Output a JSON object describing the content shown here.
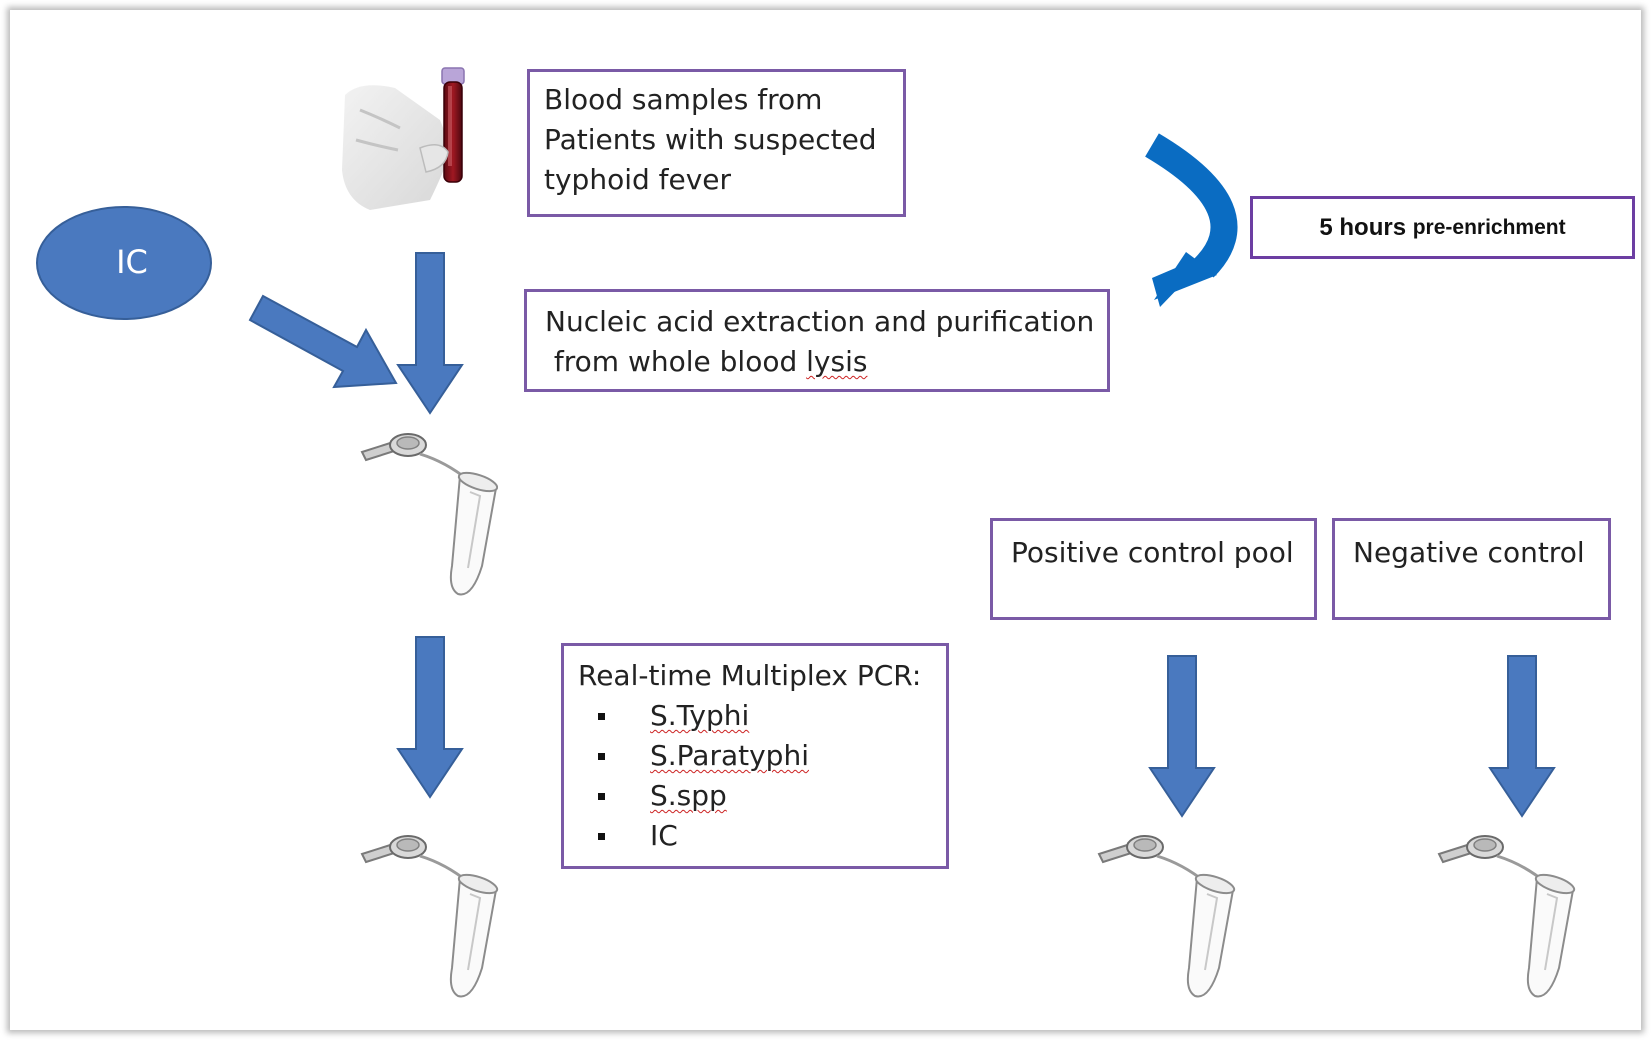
{
  "nodes": {
    "blood_samples": {
      "lines": [
        "Blood samples from",
        "Patients with suspected",
        "typhoid fever"
      ]
    },
    "nucleic_acid": {
      "lines": [
        "Nucleic acid extraction and purification",
        " from whole blood "
      ],
      "underlined": "lysis"
    },
    "ic_source": {
      "label": "IC"
    },
    "enrichment": {
      "hours": "5 hours",
      "text": "pre-enrichment"
    },
    "positive_control": {
      "label": "Positive control pool"
    },
    "negative_control": {
      "label": "Negative control"
    },
    "pcr": {
      "title": "Real-time Multiplex PCR:",
      "targets": [
        "S.Typhi",
        "S.Paratyphi",
        "S.spp",
        "IC"
      ]
    }
  },
  "colors": {
    "arrow_blue": "#4a79bf",
    "arrow_stroke": "#365f99",
    "curved_arrow": "#0a6cc2",
    "box_border": "#7a5aa6",
    "enrichment_border": "#6c3ea2"
  },
  "icons": [
    "blood-tube-photo",
    "eppendorf-tube-icon",
    "curved-arrow-icon"
  ]
}
